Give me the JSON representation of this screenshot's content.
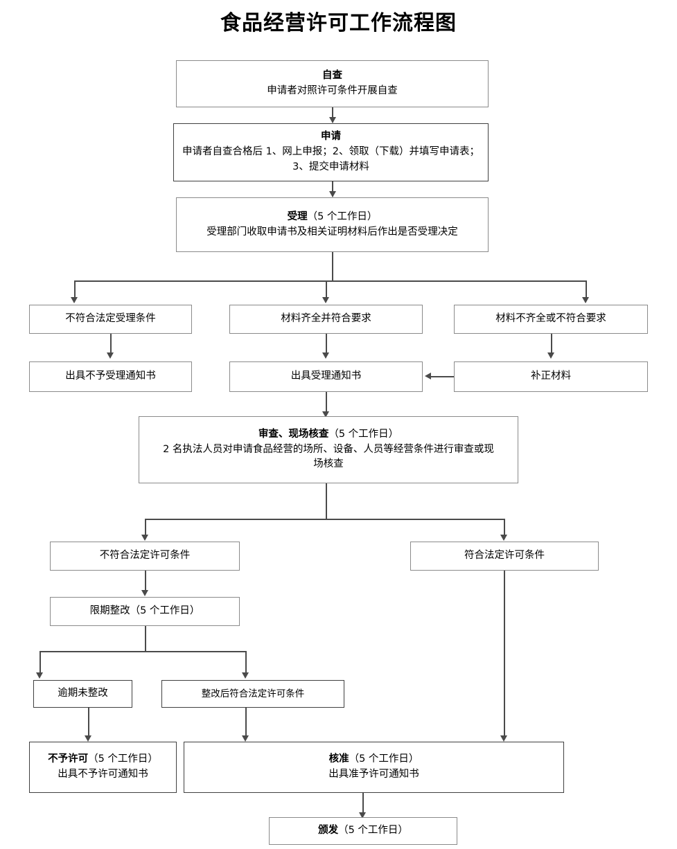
{
  "title": "食品经营许可工作流程图",
  "nodes": {
    "self_check": {
      "heading": "自查",
      "body": "申请者对照许可条件开展自查"
    },
    "application": {
      "heading": "申请",
      "body": "申请者自查合格后 1、网上申报；2、领取（下载）并填写申请表；3、提交申请材料"
    },
    "acceptance": {
      "heading": "受理",
      "heading_note": "（5 个工作日）",
      "body": "受理部门收取申请书及相关证明材料后作出是否受理决定"
    },
    "branch_not_meet_accept": {
      "label": "不符合法定受理条件"
    },
    "branch_materials_complete": {
      "label": "材料齐全并符合要求"
    },
    "branch_materials_incomplete": {
      "label": "材料不齐全或不符合要求"
    },
    "issue_refuse_accept_notice": {
      "label": "出具不予受理通知书"
    },
    "issue_accept_notice": {
      "label": "出具受理通知书"
    },
    "supplement_materials": {
      "label": "补正材料"
    },
    "review_onsite": {
      "heading": "审查、现场核查",
      "heading_note": "（5 个工作日）",
      "body": "2 名执法人员对申请食品经营的场所、设备、人员等经营条件进行审查或现场核查"
    },
    "not_meet_license": {
      "label": "不符合法定许可条件"
    },
    "meet_license": {
      "label": "符合法定许可条件"
    },
    "rectify_deadline": {
      "label": "限期整改（5 个工作日）"
    },
    "overdue_no_rectify": {
      "label": "逾期未整改"
    },
    "rectified_meet_license": {
      "label": "整改后符合法定许可条件"
    },
    "refuse_license": {
      "heading": "不予许可",
      "heading_note": "（5 个工作日）",
      "body": "出具不予许可通知书"
    },
    "approve_license": {
      "heading": "核准",
      "heading_note": "（5 个工作日）",
      "body": "出具准予许可通知书"
    },
    "issue_certificate": {
      "heading": "颁发",
      "heading_note": "（5 个工作日）"
    }
  },
  "colors": {
    "box_border": "#8a8a8a",
    "box_border_dark": "#3f3f3f",
    "connector": "#4a4a4a",
    "background": "#ffffff",
    "text": "#000000"
  }
}
